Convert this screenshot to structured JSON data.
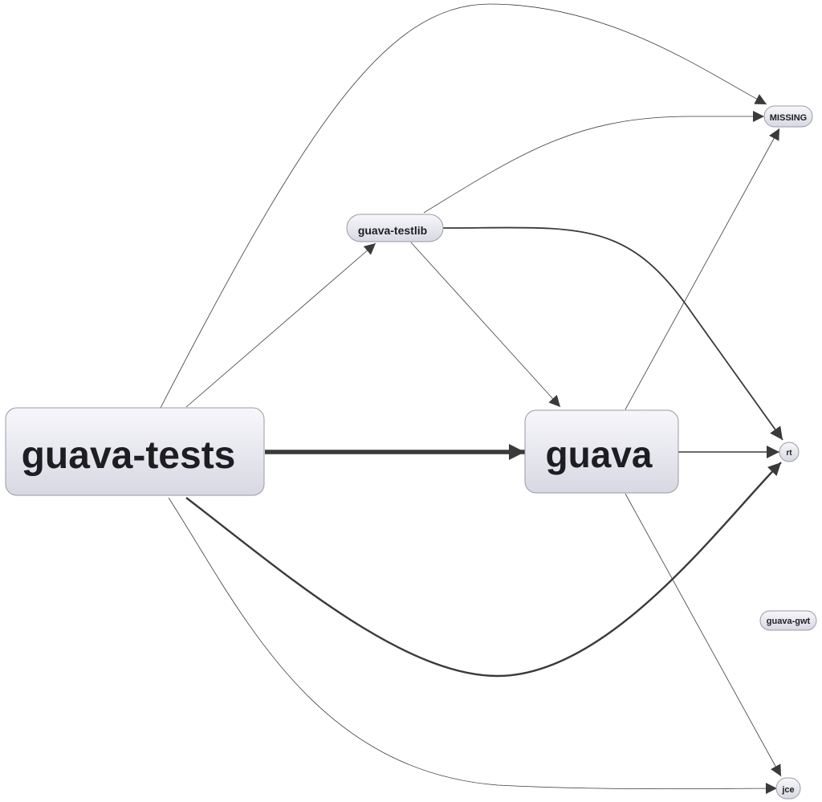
{
  "nodes": {
    "guava_tests": {
      "label": "guava-tests"
    },
    "guava": {
      "label": "guava"
    },
    "guava_testlib": {
      "label": "guava-testlib"
    },
    "missing": {
      "label": "MISSING"
    },
    "rt": {
      "label": "rt"
    },
    "guava_gwt": {
      "label": "guava-gwt"
    },
    "jce": {
      "label": "jce"
    }
  },
  "edges": [
    {
      "from": "guava-tests",
      "to": "guava",
      "weight": "heavy"
    },
    {
      "from": "guava-tests",
      "to": "guava-testlib",
      "weight": "thin"
    },
    {
      "from": "guava-tests",
      "to": "MISSING",
      "weight": "thin"
    },
    {
      "from": "guava-tests",
      "to": "rt",
      "weight": "medium"
    },
    {
      "from": "guava-tests",
      "to": "jce",
      "weight": "thin"
    },
    {
      "from": "guava-testlib",
      "to": "MISSING",
      "weight": "thin"
    },
    {
      "from": "guava-testlib",
      "to": "guava",
      "weight": "thin"
    },
    {
      "from": "guava-testlib",
      "to": "rt",
      "weight": "medium"
    },
    {
      "from": "guava",
      "to": "MISSING",
      "weight": "thin"
    },
    {
      "from": "guava",
      "to": "rt",
      "weight": "thin-medium"
    },
    {
      "from": "guava",
      "to": "jce",
      "weight": "thin"
    }
  ],
  "colors": {
    "edge": "#3a3a3a",
    "node_fill_top": "#f6f6fa",
    "node_fill_bottom": "#d9d9e4",
    "node_stroke": "#9a9aa8",
    "text": "#1e1e22"
  }
}
